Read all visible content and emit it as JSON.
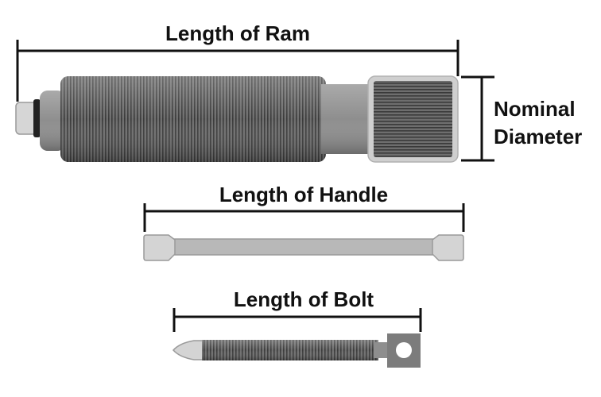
{
  "labels": {
    "ram_length": "Length of Ram",
    "nominal": "Nominal",
    "diameter": "Diameter",
    "handle_length": "Length of Handle",
    "bolt_length": "Length of Bolt"
  },
  "colors": {
    "line": "#111111",
    "body_dark": "#5a5a5a",
    "body_mid": "#8e8e8e",
    "body_light": "#c8c8c8",
    "cap_light": "#d4d4d4",
    "outline": "#9a9a9a"
  }
}
